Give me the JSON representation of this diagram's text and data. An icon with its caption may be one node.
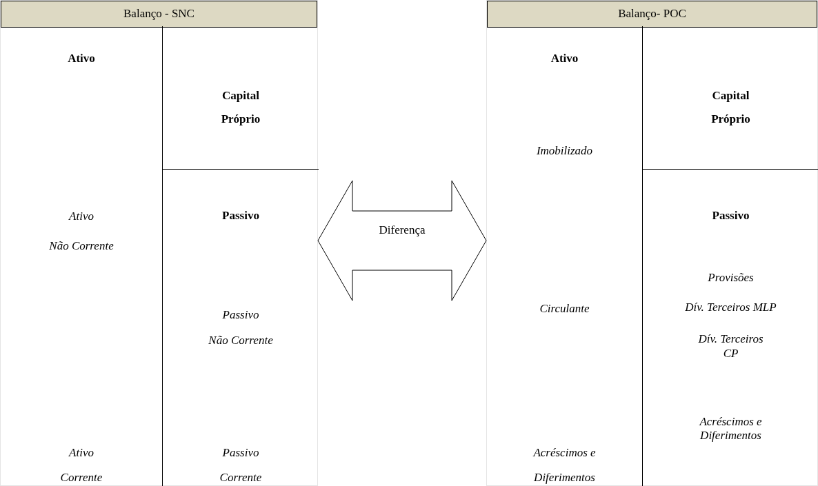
{
  "diagram": {
    "nodes": [
      {
        "text": [
          "Balanço - SNC"
        ]
      },
      {
        "text": [
          "Ativo",
          "Ativo Não Corrente",
          "Ativo Corrente"
        ],
        "in": 0
      },
      {
        "text": [
          "Capital Próprio"
        ],
        "in": 0
      },
      {
        "text": [
          "Passivo",
          "Passivo Não Corrente",
          "Passivo Corrente"
        ],
        "in": 0
      },
      {
        "text": [
          "Balanço- POC"
        ]
      },
      {
        "text": [
          "Ativo",
          "Imobilizado",
          "Circulante",
          "Acréscimos e Diferimentos"
        ],
        "in": 4
      },
      {
        "text": [
          "Capital Próprio"
        ],
        "in": 4
      },
      {
        "text": [
          "Passivo",
          "Provisões",
          "Dív. Terceiros MLP",
          "Dív. Terceiros CP",
          "Acréscimos e Diferimentos"
        ],
        "in": 4
      }
    ],
    "edges": [
      {
        "from": 0,
        "to": 4,
        "arrow": "both",
        "label": "Diferença"
      }
    ]
  }
}
